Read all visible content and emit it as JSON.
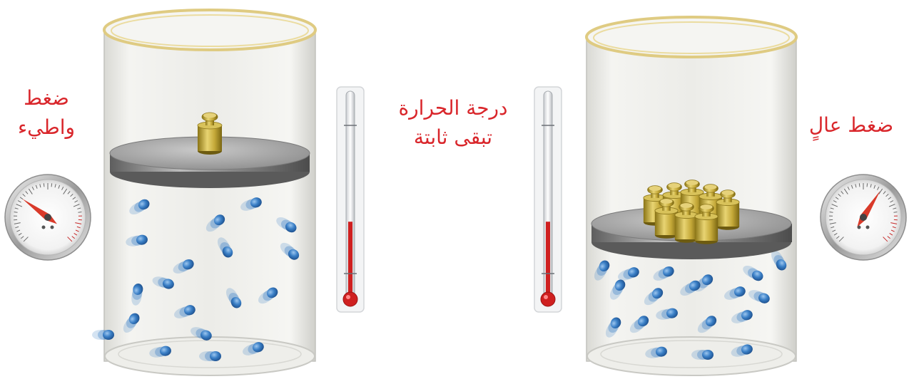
{
  "labels": {
    "low_pressure": [
      "ضغط",
      "واطيء"
    ],
    "temperature_note": [
      "درجة الحرارة",
      "تبقى ثابتة"
    ],
    "high_pressure": [
      "ضغط عالٍ"
    ]
  },
  "colors": {
    "label_text": "#d9262b",
    "glass_rim": "#e5d28e",
    "glass_body": "#e6e6e2",
    "piston_top": "#9a9a9a",
    "piston_side": "#6e6e6e",
    "weight_brass": "#c7aa32",
    "molecule": "#3a7fc6",
    "thermometer_liquid": "#cf2020",
    "gauge_needle": "#d93a2a"
  },
  "icons": {
    "gauge": "pressure-gauge-icon",
    "thermometer": "thermometer-icon",
    "weight": "brass-weight-icon",
    "molecule": "gas-molecule-icon"
  },
  "containers": {
    "low_pressure": {
      "weight_count": 1,
      "molecule_count": 19
    },
    "high_pressure": {
      "weight_count": 8,
      "molecule_count": 19
    }
  },
  "gauges": {
    "low_pressure": {
      "reading_fraction": 0.3
    },
    "high_pressure": {
      "reading_fraction": 0.62
    }
  },
  "thermometers": {
    "left": {
      "level_fraction": 0.36
    },
    "right": {
      "level_fraction": 0.36
    }
  }
}
